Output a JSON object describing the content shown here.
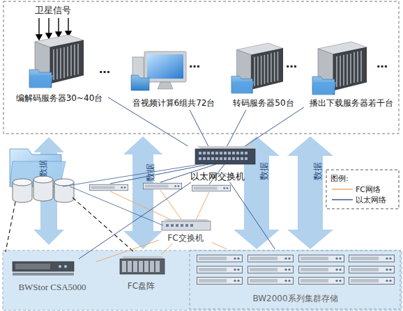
{
  "diagram": {
    "nodes": [
      {
        "text": [
          "编解码服务器30~40台"
        ]
      },
      {
        "text": [
          "音视频计算6组共72台"
        ]
      },
      {
        "text": [
          "转码服务器50台"
        ]
      },
      {
        "text": [
          "播出下载服务器若干台"
        ]
      },
      {
        "text": [
          "以太网交换机"
        ]
      },
      {
        "text": [
          "FC交换机"
        ]
      },
      {
        "text": [
          "BWStor CSA5000"
        ]
      },
      {
        "text": [
          "FC盘阵"
        ]
      },
      {
        "text": [
          "BW2000系列集群存储"
        ]
      }
    ],
    "edges": [
      {
        "from": 4,
        "to": 0,
        "arrow": "none"
      },
      {
        "from": 4,
        "to": 1,
        "arrow": "none"
      },
      {
        "from": 4,
        "to": 2,
        "arrow": "none"
      },
      {
        "from": 4,
        "to": 3,
        "arrow": "none"
      },
      {
        "from": 4,
        "to": 6,
        "arrow": "none"
      },
      {
        "from": 4,
        "to": 8,
        "arrow": "none"
      },
      {
        "from": 5,
        "to": 6,
        "arrow": "none"
      },
      {
        "from": 5,
        "to": 7,
        "arrow": "none"
      },
      {
        "from": 5,
        "to": 8,
        "arrow": "none"
      }
    ],
    "labels": [
      "卫星信号",
      "…",
      "…",
      "…",
      "…",
      "数据",
      "数据",
      "数据",
      "数据",
      "图例:"
    ],
    "legend": [
      {
        "text": "FC网络"
      },
      {
        "text": "以太网络"
      }
    ]
  }
}
